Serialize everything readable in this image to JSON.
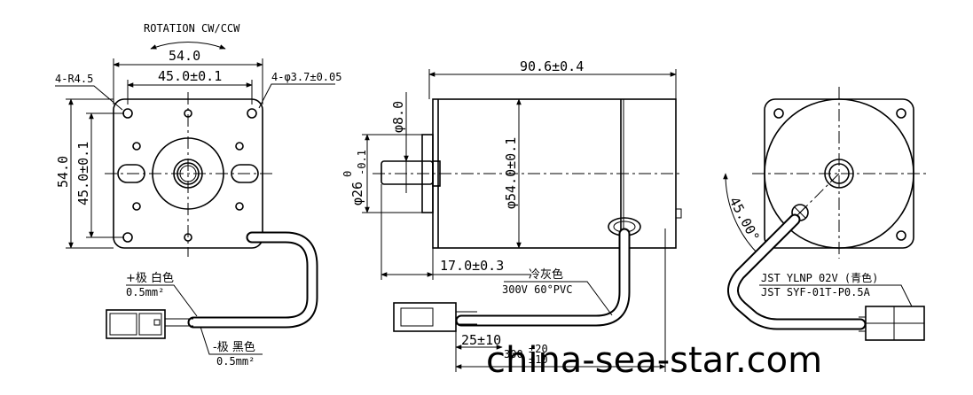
{
  "front_view": {
    "rotation": "ROTATION CW/CCW",
    "width_outer": "54.0",
    "width_holes": "45.0±0.1",
    "corner_radius": "4-R4.5",
    "hole_dia": "4-φ3.7±0.05",
    "height_outer": "54.0",
    "height_holes": "45.0±0.1",
    "wire_pos_color": "+极 白色",
    "wire_pos_size": "0.5mm²",
    "wire_neg_color": "-极 黑色",
    "wire_neg_size": "0.5mm²"
  },
  "side_view": {
    "length": "90.6±0.4",
    "shaft_dia": "φ8.0",
    "boss_dia": "φ26",
    "boss_tol_upper": "0",
    "boss_tol_lower": "-0.1",
    "body_dia": "φ54.0±0.1",
    "shaft_len": "17.0±0.3",
    "cable_color": "冷灰色",
    "cable_spec": "300V 60°PVC",
    "strip_len": "25±10",
    "cable_len_a": "300",
    "cable_len_b": "±20",
    "cable_len_c": "±10"
  },
  "rear_view": {
    "angle": "45.00°",
    "connector_a": "JST YLNP 02V (青色)",
    "connector_b": "JST SYF-01T-P0.5A"
  },
  "watermark": "china-sea-star.com"
}
